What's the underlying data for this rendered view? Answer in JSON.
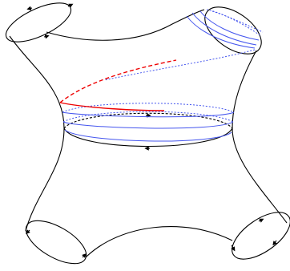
{
  "figure": {
    "kind": "four-holed sphere with boundary orientations and curves",
    "colors": {
      "outline": "#000000",
      "curve_blue": "#4455ee",
      "curve_red": "#ee0000"
    },
    "boundary_components": [
      "top-left-boundary",
      "top-right-boundary",
      "bottom-left-boundary",
      "bottom-right-boundary"
    ],
    "inner_curves": [
      "middle-neck-curve",
      "red-arc",
      "blue-parallel-curves",
      "blue-top-right-curves"
    ]
  }
}
